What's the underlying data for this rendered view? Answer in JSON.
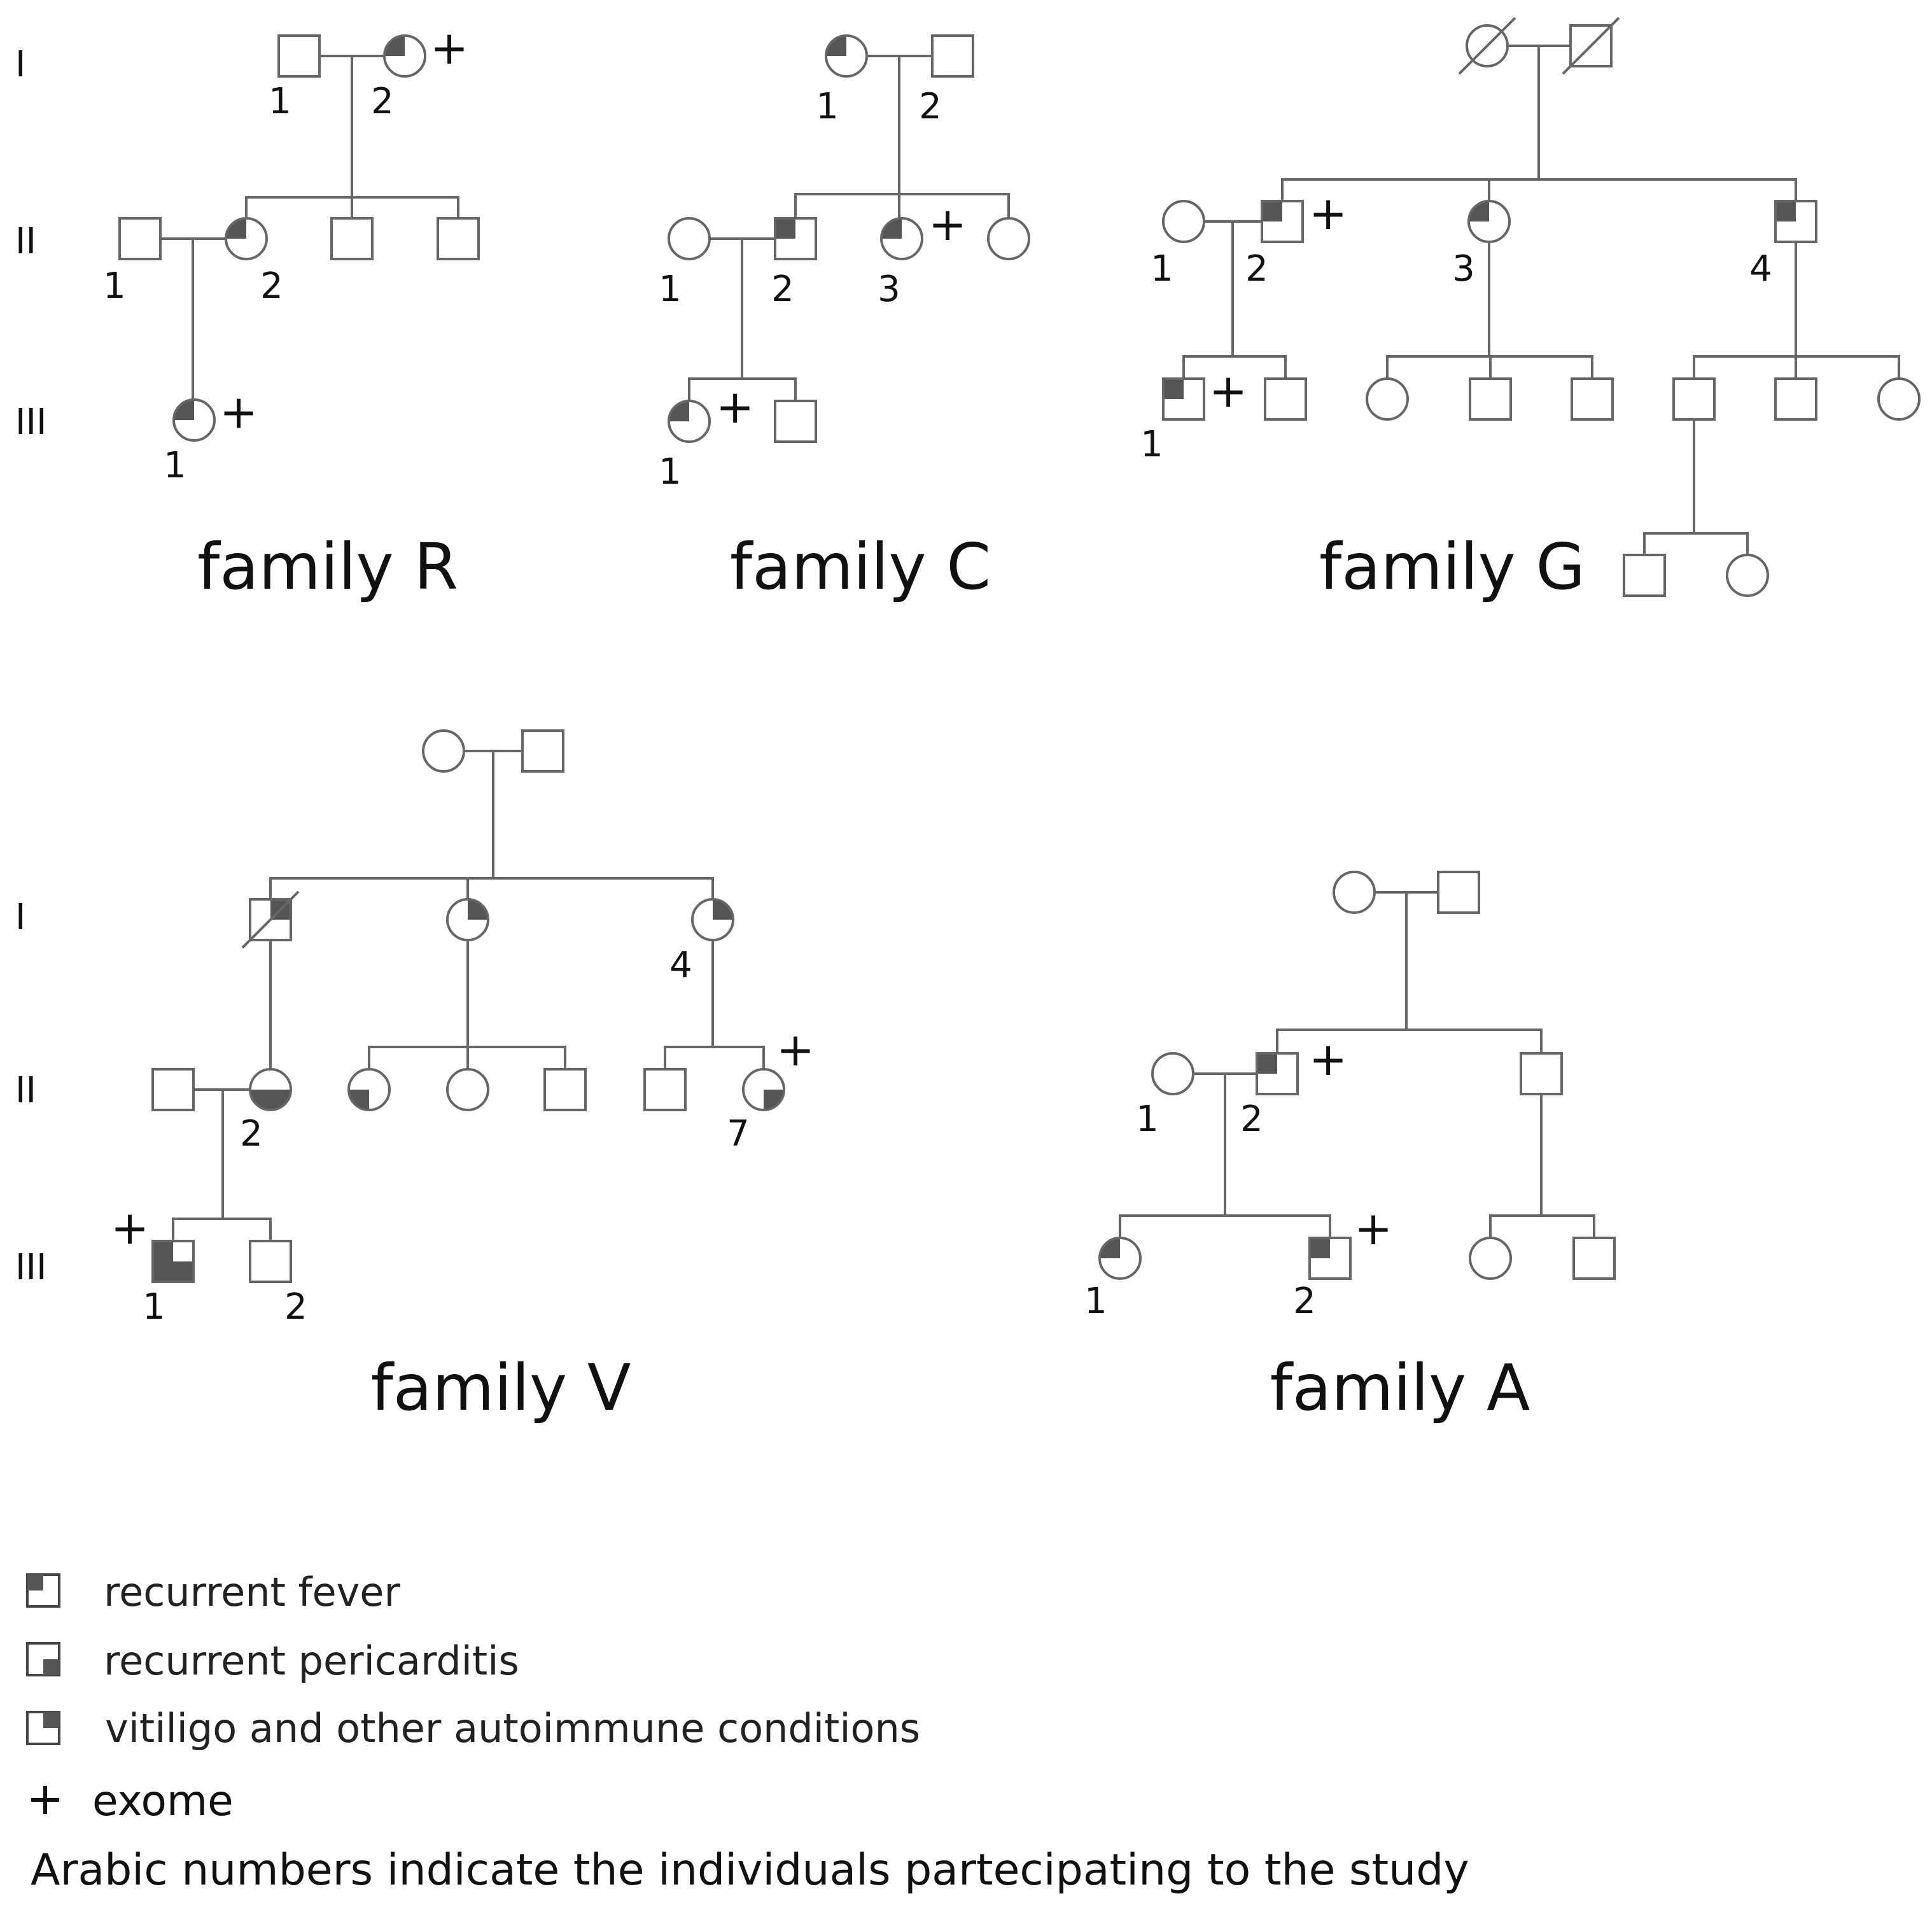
{
  "generation_labels": [
    "I",
    "II",
    "III"
  ],
  "exome_mark": "+",
  "colors": {
    "line": "#666666",
    "fill": "#555555",
    "text": "#111111"
  },
  "families": [
    {
      "id": "R",
      "title": "family R"
    },
    {
      "id": "C",
      "title": "family C"
    },
    {
      "id": "G",
      "title": "family G"
    },
    {
      "id": "V",
      "title": "family V"
    },
    {
      "id": "A",
      "title": "family A"
    }
  ],
  "individuals": {
    "R": [
      {
        "key": "r_i1",
        "sex": "male",
        "label": "1"
      },
      {
        "key": "r_i2",
        "sex": "female",
        "label": "2",
        "quadrants": [
          "tl"
        ],
        "exome": true
      },
      {
        "key": "r_ii1",
        "sex": "male",
        "label": "1"
      },
      {
        "key": "r_ii2",
        "sex": "female",
        "label": "2",
        "quadrants": [
          "tl"
        ]
      },
      {
        "key": "r_ii3",
        "sex": "male"
      },
      {
        "key": "r_ii4",
        "sex": "male"
      },
      {
        "key": "r_iii1",
        "sex": "female",
        "label": "1",
        "quadrants": [
          "tl"
        ],
        "exome": true
      }
    ],
    "C": [
      {
        "key": "c_i1",
        "sex": "female",
        "label": "1",
        "quadrants": [
          "tl"
        ]
      },
      {
        "key": "c_i2",
        "sex": "male",
        "label": "2"
      },
      {
        "key": "c_ii1",
        "sex": "female",
        "label": "1"
      },
      {
        "key": "c_ii2",
        "sex": "male",
        "label": "2",
        "quadrants": [
          "tl"
        ]
      },
      {
        "key": "c_ii3",
        "sex": "female",
        "label": "3",
        "quadrants": [
          "tl"
        ],
        "exome": true
      },
      {
        "key": "c_ii4",
        "sex": "female"
      },
      {
        "key": "c_iii1",
        "sex": "female",
        "label": "1",
        "quadrants": [
          "tl"
        ],
        "exome": true
      },
      {
        "key": "c_iii2",
        "sex": "male"
      }
    ],
    "G": [
      {
        "key": "g_i1",
        "sex": "female",
        "deceased": true
      },
      {
        "key": "g_i2",
        "sex": "male",
        "deceased": true
      },
      {
        "key": "g_ii1",
        "sex": "female",
        "label": "1"
      },
      {
        "key": "g_ii2",
        "sex": "male",
        "label": "2",
        "quadrants": [
          "tl"
        ],
        "exome": true
      },
      {
        "key": "g_ii3",
        "sex": "female",
        "label": "3",
        "quadrants": [
          "tl"
        ]
      },
      {
        "key": "g_ii4",
        "sex": "male",
        "label": "4",
        "quadrants": [
          "tl"
        ]
      },
      {
        "key": "g_iii1",
        "sex": "male",
        "label": "1",
        "quadrants": [
          "tl"
        ],
        "exome": true
      },
      {
        "key": "g_iii2",
        "sex": "male"
      },
      {
        "key": "g_iii3",
        "sex": "female"
      },
      {
        "key": "g_iii4",
        "sex": "male"
      },
      {
        "key": "g_iii5",
        "sex": "male"
      },
      {
        "key": "g_iii6",
        "sex": "male"
      },
      {
        "key": "g_iii7",
        "sex": "male"
      },
      {
        "key": "g_iii8",
        "sex": "female"
      },
      {
        "key": "g_iv1",
        "sex": "male"
      },
      {
        "key": "g_iv2",
        "sex": "female"
      }
    ],
    "V": [
      {
        "key": "v_p1",
        "sex": "female"
      },
      {
        "key": "v_p2",
        "sex": "male"
      },
      {
        "key": "v_i1",
        "sex": "male",
        "quadrants": [
          "tr"
        ],
        "deceased": true
      },
      {
        "key": "v_i2",
        "sex": "female",
        "quadrants": [
          "tr"
        ]
      },
      {
        "key": "v_i4",
        "sex": "female",
        "label": "4",
        "quadrants": [
          "tr"
        ]
      },
      {
        "key": "v_ii1",
        "sex": "male"
      },
      {
        "key": "v_ii2",
        "sex": "female",
        "label": "2",
        "quadrants": [
          "bl",
          "br"
        ]
      },
      {
        "key": "v_ii3",
        "sex": "female",
        "quadrants": [
          "bl"
        ]
      },
      {
        "key": "v_ii4",
        "sex": "female"
      },
      {
        "key": "v_ii5",
        "sex": "male"
      },
      {
        "key": "v_ii6",
        "sex": "male"
      },
      {
        "key": "v_ii7",
        "sex": "female",
        "label": "7",
        "quadrants": [
          "br"
        ],
        "exome": true
      },
      {
        "key": "v_iii1",
        "sex": "male",
        "label": "1",
        "quadrants": [
          "tl",
          "br",
          "bl"
        ],
        "exome": true
      },
      {
        "key": "v_iii2",
        "sex": "male",
        "label": "2"
      }
    ],
    "A": [
      {
        "key": "a_p1",
        "sex": "female"
      },
      {
        "key": "a_p2",
        "sex": "male"
      },
      {
        "key": "a_ii1",
        "sex": "female",
        "label": "1"
      },
      {
        "key": "a_ii2",
        "sex": "male",
        "label": "2",
        "quadrants": [
          "tl"
        ],
        "exome": true
      },
      {
        "key": "a_ii3",
        "sex": "male"
      },
      {
        "key": "a_iii1",
        "sex": "female",
        "label": "1",
        "quadrants": [
          "tl"
        ]
      },
      {
        "key": "a_iii2",
        "sex": "male",
        "label": "2",
        "quadrants": [
          "tl"
        ],
        "exome": true
      },
      {
        "key": "a_iii3",
        "sex": "female"
      },
      {
        "key": "a_iii4",
        "sex": "male"
      }
    ]
  },
  "legend": {
    "items": [
      {
        "quadrant": "tl",
        "label": "recurrent fever"
      },
      {
        "quadrant": "br",
        "label": "recurrent pericarditis"
      },
      {
        "quadrant": "tr",
        "label": "vitiligo and other autoimmune conditions"
      }
    ],
    "exome_label": "exome",
    "note": "Arabic numbers indicate the individuals partecipating to the study"
  }
}
